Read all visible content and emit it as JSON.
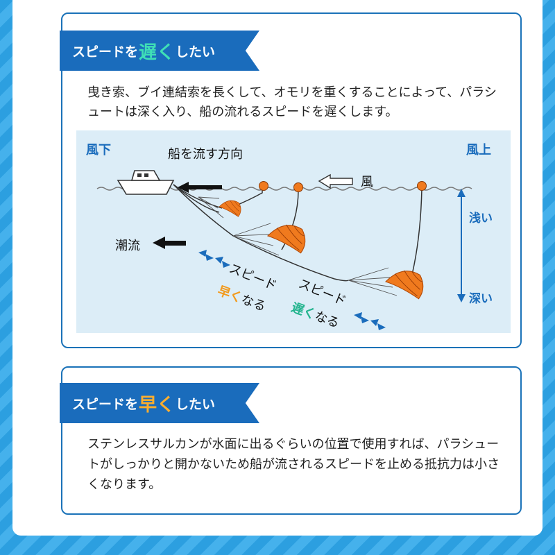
{
  "card1": {
    "banner": {
      "pre": "スピードを",
      "em": "遅く",
      "post": "したい"
    },
    "text": "曳き索、ブイ連結索を長くして、オモリを重くすることによって、パラシュートは深く入り、船の流れるスピードを遅くします。",
    "diagram": {
      "downwind": "風下",
      "upwind": "風上",
      "ship_direction": "船を流す方向",
      "wind": "風",
      "current": "潮流",
      "shallow": "浅い",
      "deep": "深い",
      "fast_label": {
        "line1": "スピード",
        "em": "早く",
        "rest": "なる"
      },
      "slow_label": {
        "line1": "スピード",
        "em": "遅く",
        "rest": "なる"
      }
    }
  },
  "card2": {
    "banner": {
      "pre": "スピードを",
      "em": "早く",
      "post": "したい"
    },
    "text": "ステンレスサルカンが水面に出るぐらいの位置で使用すれば、パラシュートがしっかりと開かないため船が流されるスピードを止める抵抗力は小さくなります。"
  },
  "colors": {
    "banner_bg": "#1a6cbc",
    "border": "#1a72b8",
    "diagram_bg": "#dcedf7",
    "slow_accent": "#3fe0b6",
    "fast_accent": "#ffae2e",
    "label_blue": "#1a6cbc",
    "parachute": "#f07a1e"
  },
  "icons": [
    "ship-icon",
    "arrow-left-icon",
    "wind-arrow-icon",
    "buoy-icon",
    "parachute-icon",
    "double-arrow-icon",
    "vertical-arrow-icon"
  ]
}
